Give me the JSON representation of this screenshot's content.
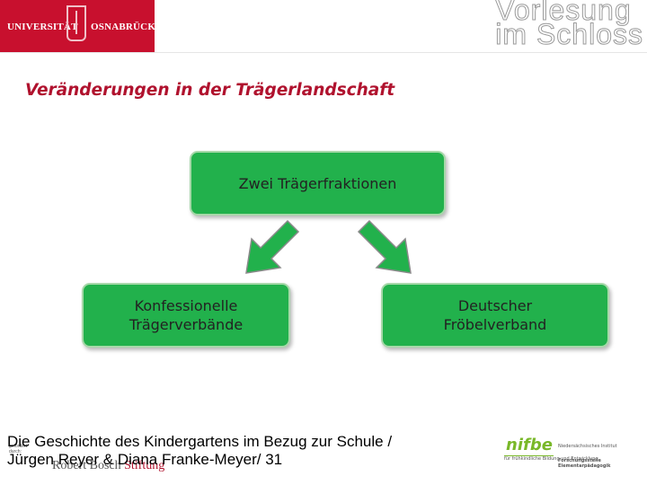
{
  "header": {
    "university_left": "UNIVERSITÄT",
    "university_right": "OSNABRÜCK",
    "vl_line1": "Vorlesung",
    "vl_line2": "im Schloss"
  },
  "slide": {
    "title": "Veränderungen in der Trägerlandschaft",
    "top_box": "Zwei Trägerfraktionen",
    "left_box_line1": "Konfessionelle",
    "left_box_line2": "Trägerverbände",
    "right_box_line1": "Deutscher",
    "right_box_line2": "Fröbelverband"
  },
  "footer": {
    "line1": "Die Geschichte des Kindergartens im Bezug zur Schule /",
    "line2": "Jürgen Reyer & Diana Franke-Meyer/ 31",
    "bosch_small_1": "gefördert",
    "bosch_small_2": "durch:",
    "bosch_name": "Robert Bosch",
    "bosch_stiftung": "Stiftung",
    "nifbe_logo": "nifbe",
    "nifbe_sub": "für frühkindliche Bildung und Entwicklung",
    "nifbe_institut": "Niedersächsisches Institut",
    "nifbe_fs1": "Forschungsstelle",
    "nifbe_fs2": "Elementarpädagogik"
  },
  "colors": {
    "box_green": "#22b14c",
    "title_red": "#b0122e",
    "uni_red": "#c8102e",
    "nifbe_green": "#79b829"
  }
}
